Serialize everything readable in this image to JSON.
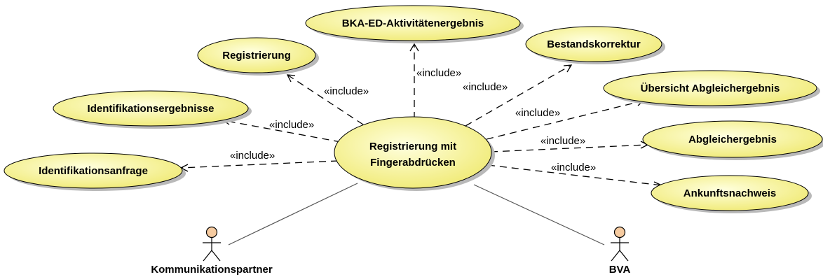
{
  "central_use_case": {
    "line1": "Registrierung mit",
    "line2": "Fingerabdrücken"
  },
  "use_cases": {
    "bka": "BKA-ED-Aktivitätenergebnis",
    "registrierung": "Registrierung",
    "bestandskorrektur": "Bestandskorrektur",
    "uebersicht": "Übersicht Abgleichergebnis",
    "identifikationsergebnisse": "Identifikationsergebnisse",
    "abgleichergebnis": "Abgleichergebnis",
    "identifikationsanfrage": "Identifikationsanfrage",
    "ankunftsnachweis": "Ankunftsnachweis"
  },
  "stereotype": "«include»",
  "actors": {
    "left": "Kommunikationspartner",
    "right": "BVA"
  },
  "colors": {
    "use_case_fill_light": "#ffffde",
    "use_case_fill_dark": "#f0ea74",
    "actor_head": "#f6cba0"
  }
}
